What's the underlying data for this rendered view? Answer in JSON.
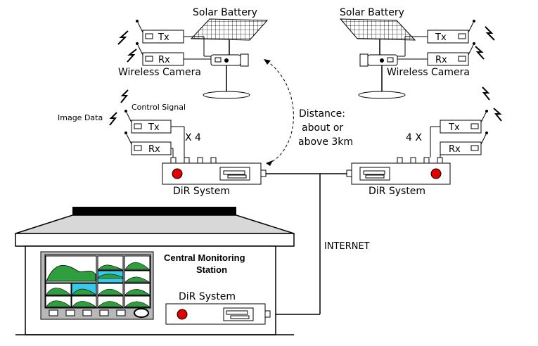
{
  "labels": {
    "solar_left": "Solar Battery",
    "solar_right": "Solar Battery",
    "wireless_left": "Wireless Camera",
    "wireless_right": "Wireless Camera",
    "control_signal": "Control Signal",
    "image_data": "Image Data",
    "distance": [
      "Distance:",
      "about or",
      "above 3km"
    ],
    "x4_left": "X 4",
    "x4_right": "4 X",
    "dir_left": "DiR System",
    "dir_right": "DiR System",
    "dir_station": "DiR System",
    "internet": "INTERNET",
    "station_title": [
      "Central Monitoring",
      "Station"
    ],
    "tx": "Tx",
    "rx": "Rx"
  },
  "colors": {
    "led_red": "#e00000",
    "screen_gray": "#c8c8c8",
    "landscape_green": "#2e9e3e",
    "water_cyan": "#38c8e8"
  }
}
